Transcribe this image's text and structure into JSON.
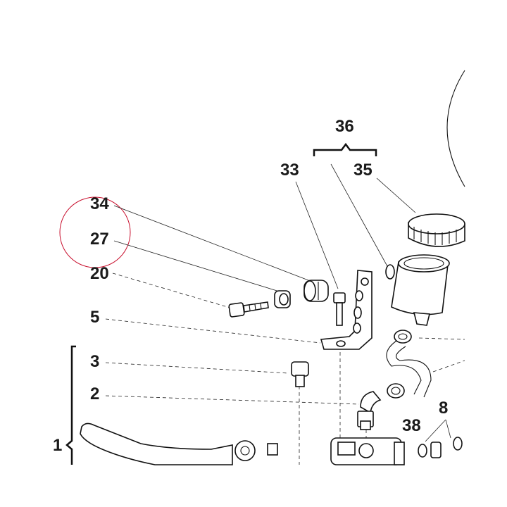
{
  "diagram": {
    "labels": {
      "p36": "36",
      "p33": "33",
      "p35": "35",
      "p34": "34",
      "p27": "27",
      "p20": "20",
      "p5": "5",
      "p3": "3",
      "p2": "2",
      "p38": "38",
      "p8": "8",
      "p1": "1"
    },
    "highlight": {
      "color": "#c8102e",
      "shape": "circle"
    },
    "line_color": "#111111"
  }
}
